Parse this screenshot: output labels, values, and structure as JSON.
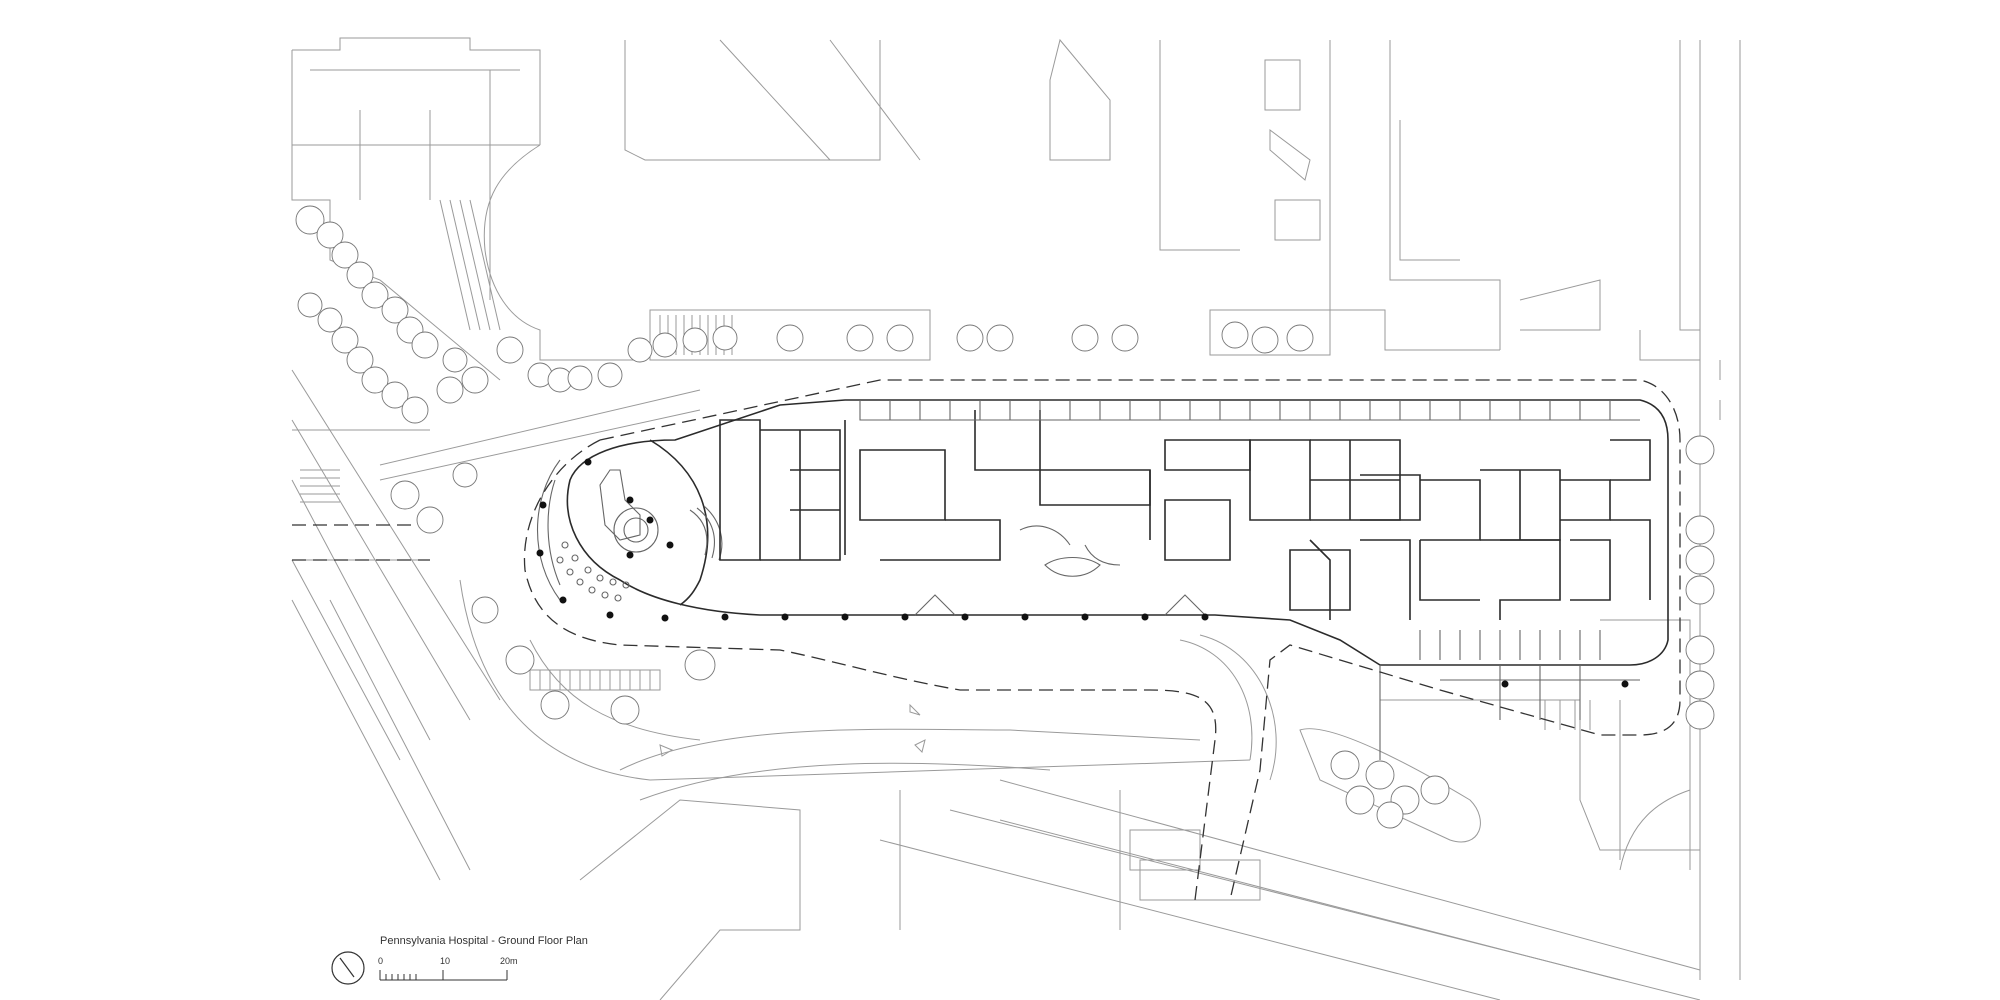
{
  "drawing": {
    "title": "Pennsylvania Hospital - Ground Floor Plan",
    "north_arrow_icon": "north-arrow-icon",
    "scale_bar": {
      "labels": [
        "0",
        "10",
        "20m"
      ]
    },
    "colors": {
      "background": "#ffffff",
      "line": "#9a9a9a",
      "wall": "#2b2b2b"
    }
  }
}
